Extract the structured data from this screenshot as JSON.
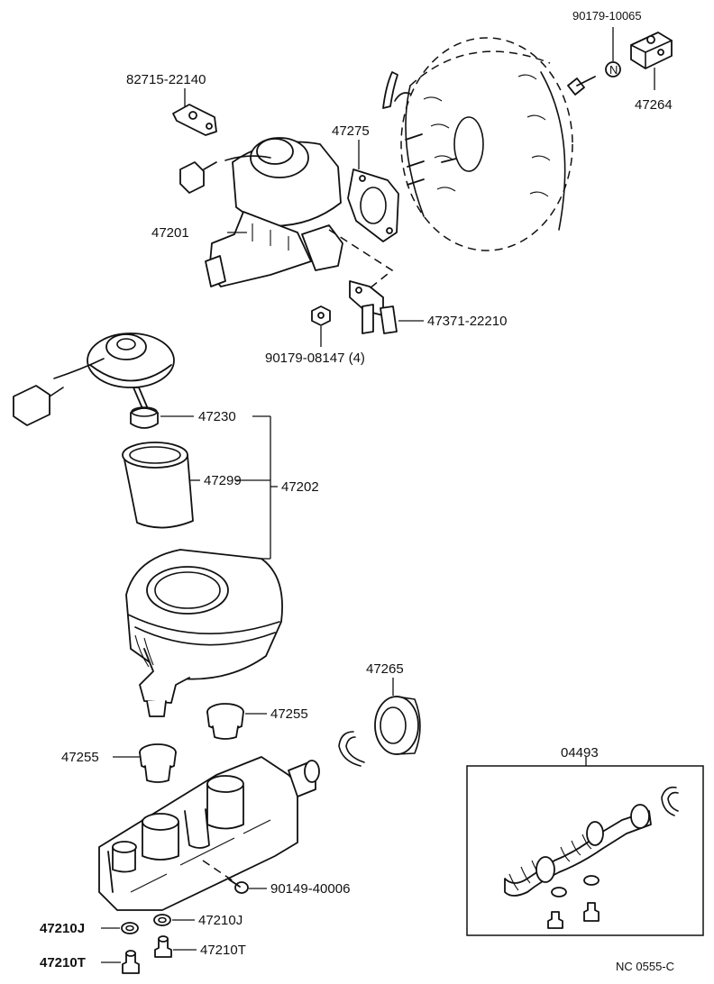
{
  "labels": {
    "p90179_10065": "90179-10065",
    "p47264": "47264",
    "p82715_22140": "82715-22140",
    "p47275": "47275",
    "p47201": "47201",
    "p47371_22210": "47371-22210",
    "p90179_08147": "90179-08147 (4)",
    "p47230": "47230",
    "p47299": "47299",
    "p47202": "47202",
    "p47265": "47265",
    "p47255_a": "47255",
    "p47255_b": "47255",
    "p04493": "04493",
    "p90149_40006": "90149-40006",
    "p47210J_a": "47210J",
    "p47210J_b": "47210J",
    "p47210T_a": "47210T",
    "p47210T_b": "47210T",
    "n_marker": "N",
    "drawing_code": "NC  0555-C"
  }
}
